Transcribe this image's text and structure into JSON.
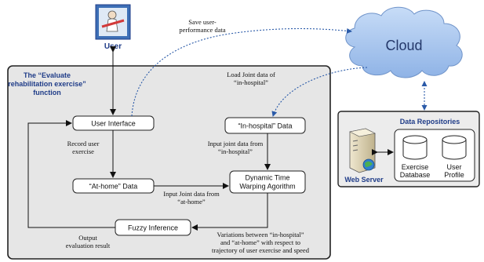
{
  "user": {
    "label": "User",
    "icon": "user-exercise-icon"
  },
  "cloud": {
    "label": "Cloud",
    "icon": "cloud-icon"
  },
  "function_box": {
    "title_line1": "The “Evaluate",
    "title_line2": "rehabilitation exercise”",
    "title_line3": "function"
  },
  "nodes": {
    "user_interface": "User Interface",
    "in_hospital_data": "“In-hospital”  Data",
    "at_home_data": "“At-home”   Data",
    "dtw_line1": "Dynamic Time",
    "dtw_line2": "Warping Agorithm",
    "fuzzy": "Fuzzy Inference"
  },
  "edge_labels": {
    "save_line1": "Save user-",
    "save_line2": "performance data",
    "load_line1": "Load Joint data of",
    "load_line2": "“in-hospital”",
    "record_line1": "Record user",
    "record_line2": "exercise",
    "input_hosp_line1": "Input joint data from",
    "input_hosp_line2": "“in-hospital”",
    "input_home_line1": "Input Joint data from",
    "input_home_line2": "“at-home”",
    "output_line1": "Output",
    "output_line2": "evaluation result",
    "var_line1": "Variations between  “in-hospital”",
    "var_line2": "and  “at-home” with respect to",
    "var_line3": "trajectory of user exercise and speed"
  },
  "data_repos": {
    "title": "Data Repositories",
    "web_server": "Web Server",
    "web_server_icon": "server-icon",
    "db1_line1": "Exercise",
    "db1_line2": "Database",
    "db2_line1": "User",
    "db2_line2": "Profile"
  },
  "colors": {
    "blue_label": "#1f3c88",
    "cloud_fill": "#a9c8f2",
    "cloud_text": "#24386a",
    "panel_fill": "#e6e6e6",
    "dotted_arrow": "#2a5aa8"
  }
}
